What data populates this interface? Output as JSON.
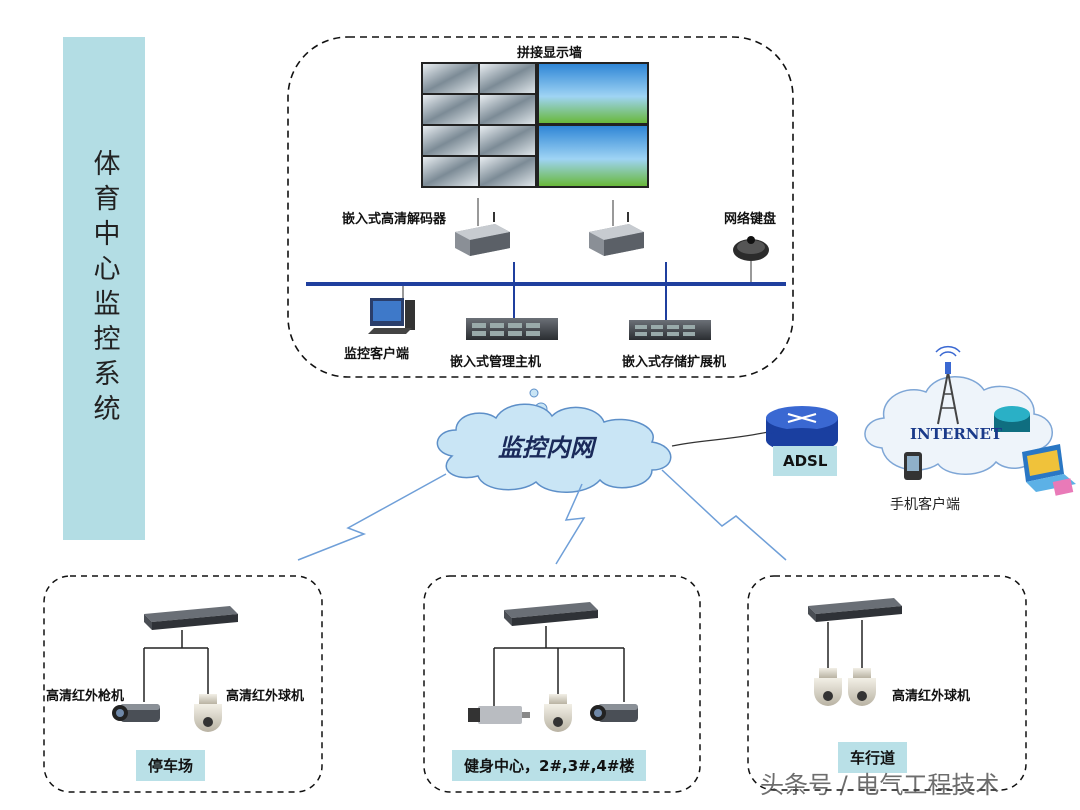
{
  "side_title": "体育中心监控系统",
  "control_room": {
    "video_wall_label": "拼接显示墙",
    "decoder_label": "嵌入式高清解码器",
    "keyboard_label": "网络键盘",
    "client_label": "监控客户端",
    "host_label": "嵌入式管理主机",
    "storage_label": "嵌入式存储扩展机"
  },
  "network": {
    "intranet_label": "监控内网",
    "adsl_label": "ADSL",
    "internet_label": "INTERNET",
    "mobile_label": "手机客户端"
  },
  "zones": {
    "parking": {
      "name": "停车场",
      "bullet_camera": "高清红外枪机",
      "dome_camera": "高清红外球机"
    },
    "gym": {
      "name": "健身中心，2#,3#,4#楼"
    },
    "road": {
      "name": "车行道",
      "dome_camera": "高清红外球机"
    }
  },
  "watermark": "头条号 / 电气工程技术",
  "colors": {
    "banner": "#b3dde4",
    "bus_line": "#1f3f9e",
    "cloud": "#c9e5f5",
    "link_line": "#6f9fd8"
  }
}
